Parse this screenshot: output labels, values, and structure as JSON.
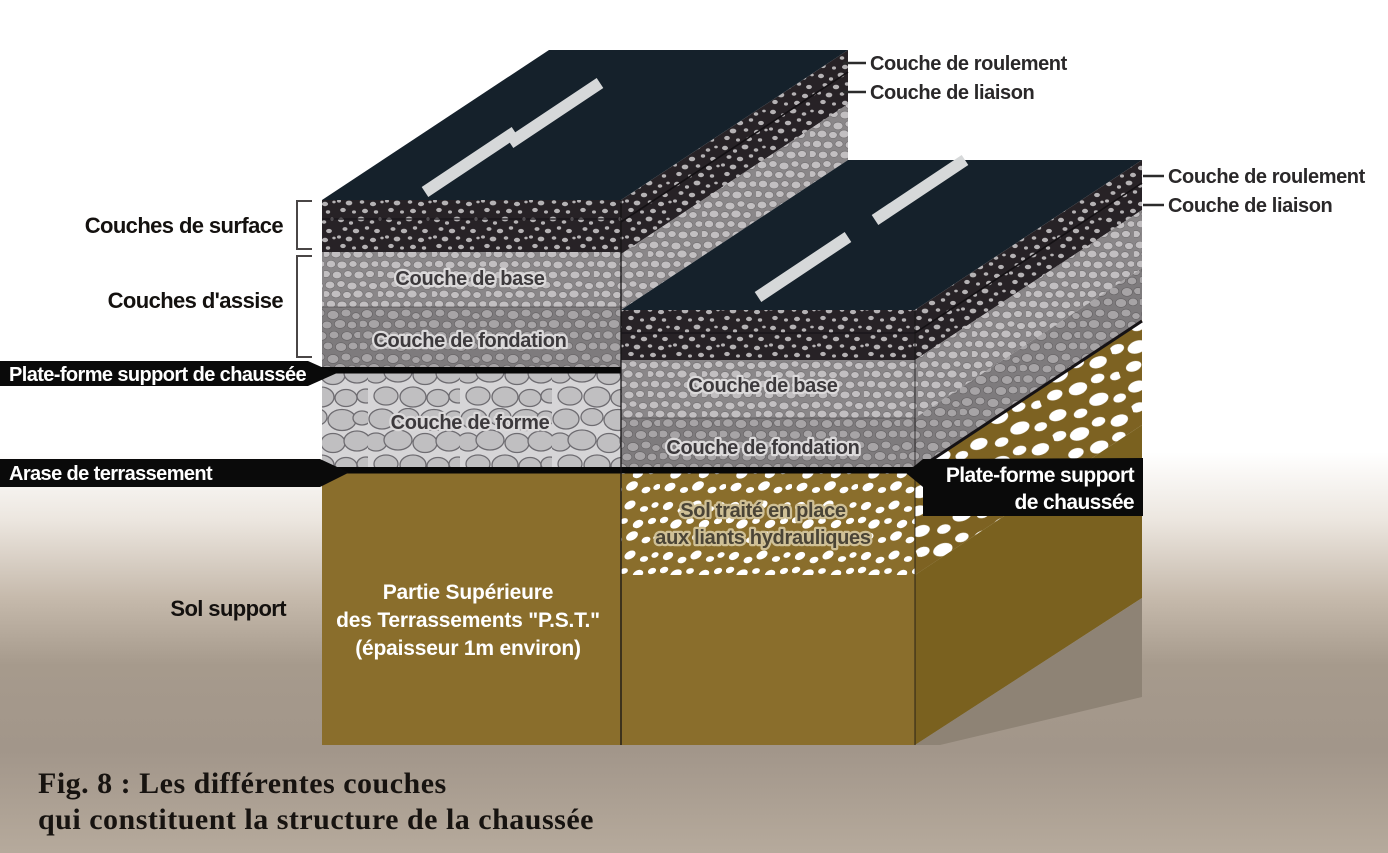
{
  "left_labels": {
    "surface": "Couches de surface",
    "assise": "Couches d'assise",
    "plateforme": "Plate-forme support de chaussée",
    "arase": "Arase de terrassement",
    "sol_support": "Sol support"
  },
  "right_labels": {
    "b1_roulement": "Couche de roulement",
    "b1_liaison": "Couche de liaison",
    "b2_roulement": "Couche de roulement",
    "b2_liaison": "Couche de liaison",
    "plateforme_l1": "Plate-forme support",
    "plateforme_l2": "de chaussée"
  },
  "block1": {
    "base": "Couche de base",
    "fondation": "Couche de fondation",
    "forme": "Couche de forme",
    "pst1": "Partie Supérieure",
    "pst2": "des Terrassements \"P.S.T.\"",
    "pst3": "(épaisseur 1m environ)"
  },
  "block2": {
    "base": "Couche de base",
    "fondation": "Couche de fondation",
    "sol1": "Sol traité en place",
    "sol2": "aux liants hydrauliques"
  },
  "caption": {
    "line1": "Fig. 8 : Les différentes couches",
    "line2": "qui constituent la structure de la chaussée"
  },
  "colors": {
    "road": "#15212b",
    "dark_layer": "#272226",
    "brown_front": "#8a6e2c",
    "brown_side": "#7a611f",
    "banner": "#0a0a0a",
    "shadow": "#8e8375",
    "lane_dash": "#d6d8d9"
  }
}
